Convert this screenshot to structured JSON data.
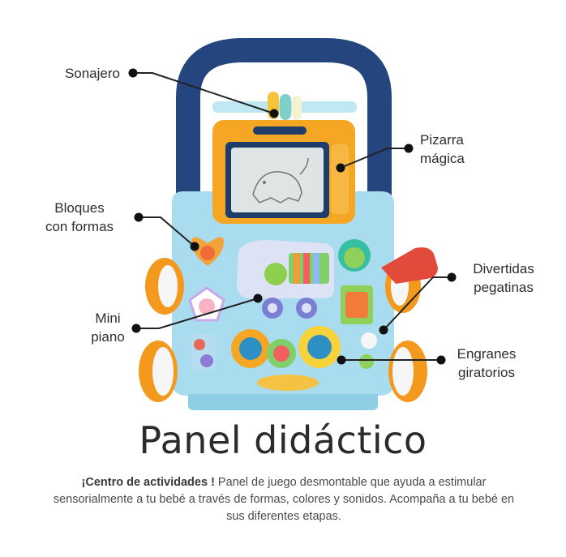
{
  "labels": {
    "rattle": "Sonajero",
    "magic_board": [
      "Pizarra",
      "mágica"
    ],
    "shape_blocks": [
      "Bloques",
      "con formas"
    ],
    "fun_stickers": [
      "Divertidas",
      "pegatinas"
    ],
    "mini_piano": [
      "Mini",
      "piano"
    ],
    "rotating_gears": [
      "Engranes",
      "giratorios"
    ]
  },
  "title": "Panel didáctico",
  "description": {
    "lead": "¡Centro de actividades !",
    "body": " Panel de juego desmontable que ayuda a estimular sensorialmente a tu bebé a través de formas, colores y sonidos. Acompaña a tu bebé en sus diferentes etapas."
  },
  "colors": {
    "handle": "#25457e",
    "body": "#a9dcef",
    "board_frame": "#f5a623",
    "wheel_orange": "#f39a1e",
    "wheel_white": "#f3f3f3",
    "text": "#2d2d2d"
  }
}
